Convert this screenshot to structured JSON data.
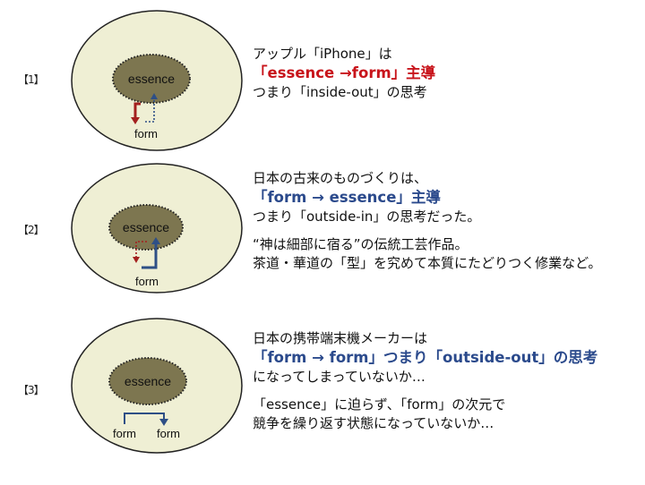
{
  "colors": {
    "outer_fill": "#efefd4",
    "essence_fill": "#7d7650",
    "arrow_red": "#a3201e",
    "arrow_blue": "#2e4f86",
    "text_red": "#c8141b",
    "text_blue": "#2b4a8c"
  },
  "panels": [
    {
      "number": "【1】",
      "essence": "essence",
      "forms": [
        "form"
      ],
      "lines": [
        "アップル「iPhone」は",
        "「essence →form」主導",
        "つまり「inside-out」の思考"
      ]
    },
    {
      "number": "【2】",
      "essence": "essence",
      "forms": [
        "form"
      ],
      "lines": [
        "日本の古来のものづくりは、",
        "「form → essence」主導",
        "つまり「outside-in」の思考だった。",
        "“神は細部に宿る”の伝統工芸作品。",
        "茶道・華道の「型」を究めて本質にたどりつく修業など。"
      ]
    },
    {
      "number": "【3】",
      "essence": "essence",
      "forms": [
        "form",
        "form"
      ],
      "lines": [
        "日本の携帯端末機メーカーは",
        "「form → form」つまり「outside-out」の思考",
        "になってしまっていないか…",
        "「essence」に迫らず、「form」の次元で",
        "競争を繰り返す状態になっていないか…"
      ]
    }
  ]
}
